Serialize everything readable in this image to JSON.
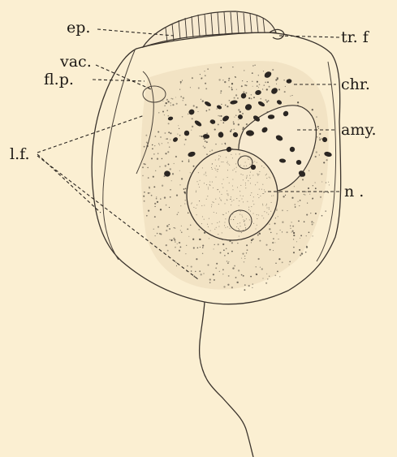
{
  "figure": {
    "background": "#fbefd2",
    "ink": "#1e1a16",
    "chromatophore_color": "#2b2622"
  },
  "labels": {
    "ep": "ep.",
    "trf": "tr. f",
    "vac": "vac.",
    "chr": "chr.",
    "flp": "fl.p.",
    "amy": "amy.",
    "lf": "l.f.",
    "n": "n ."
  }
}
